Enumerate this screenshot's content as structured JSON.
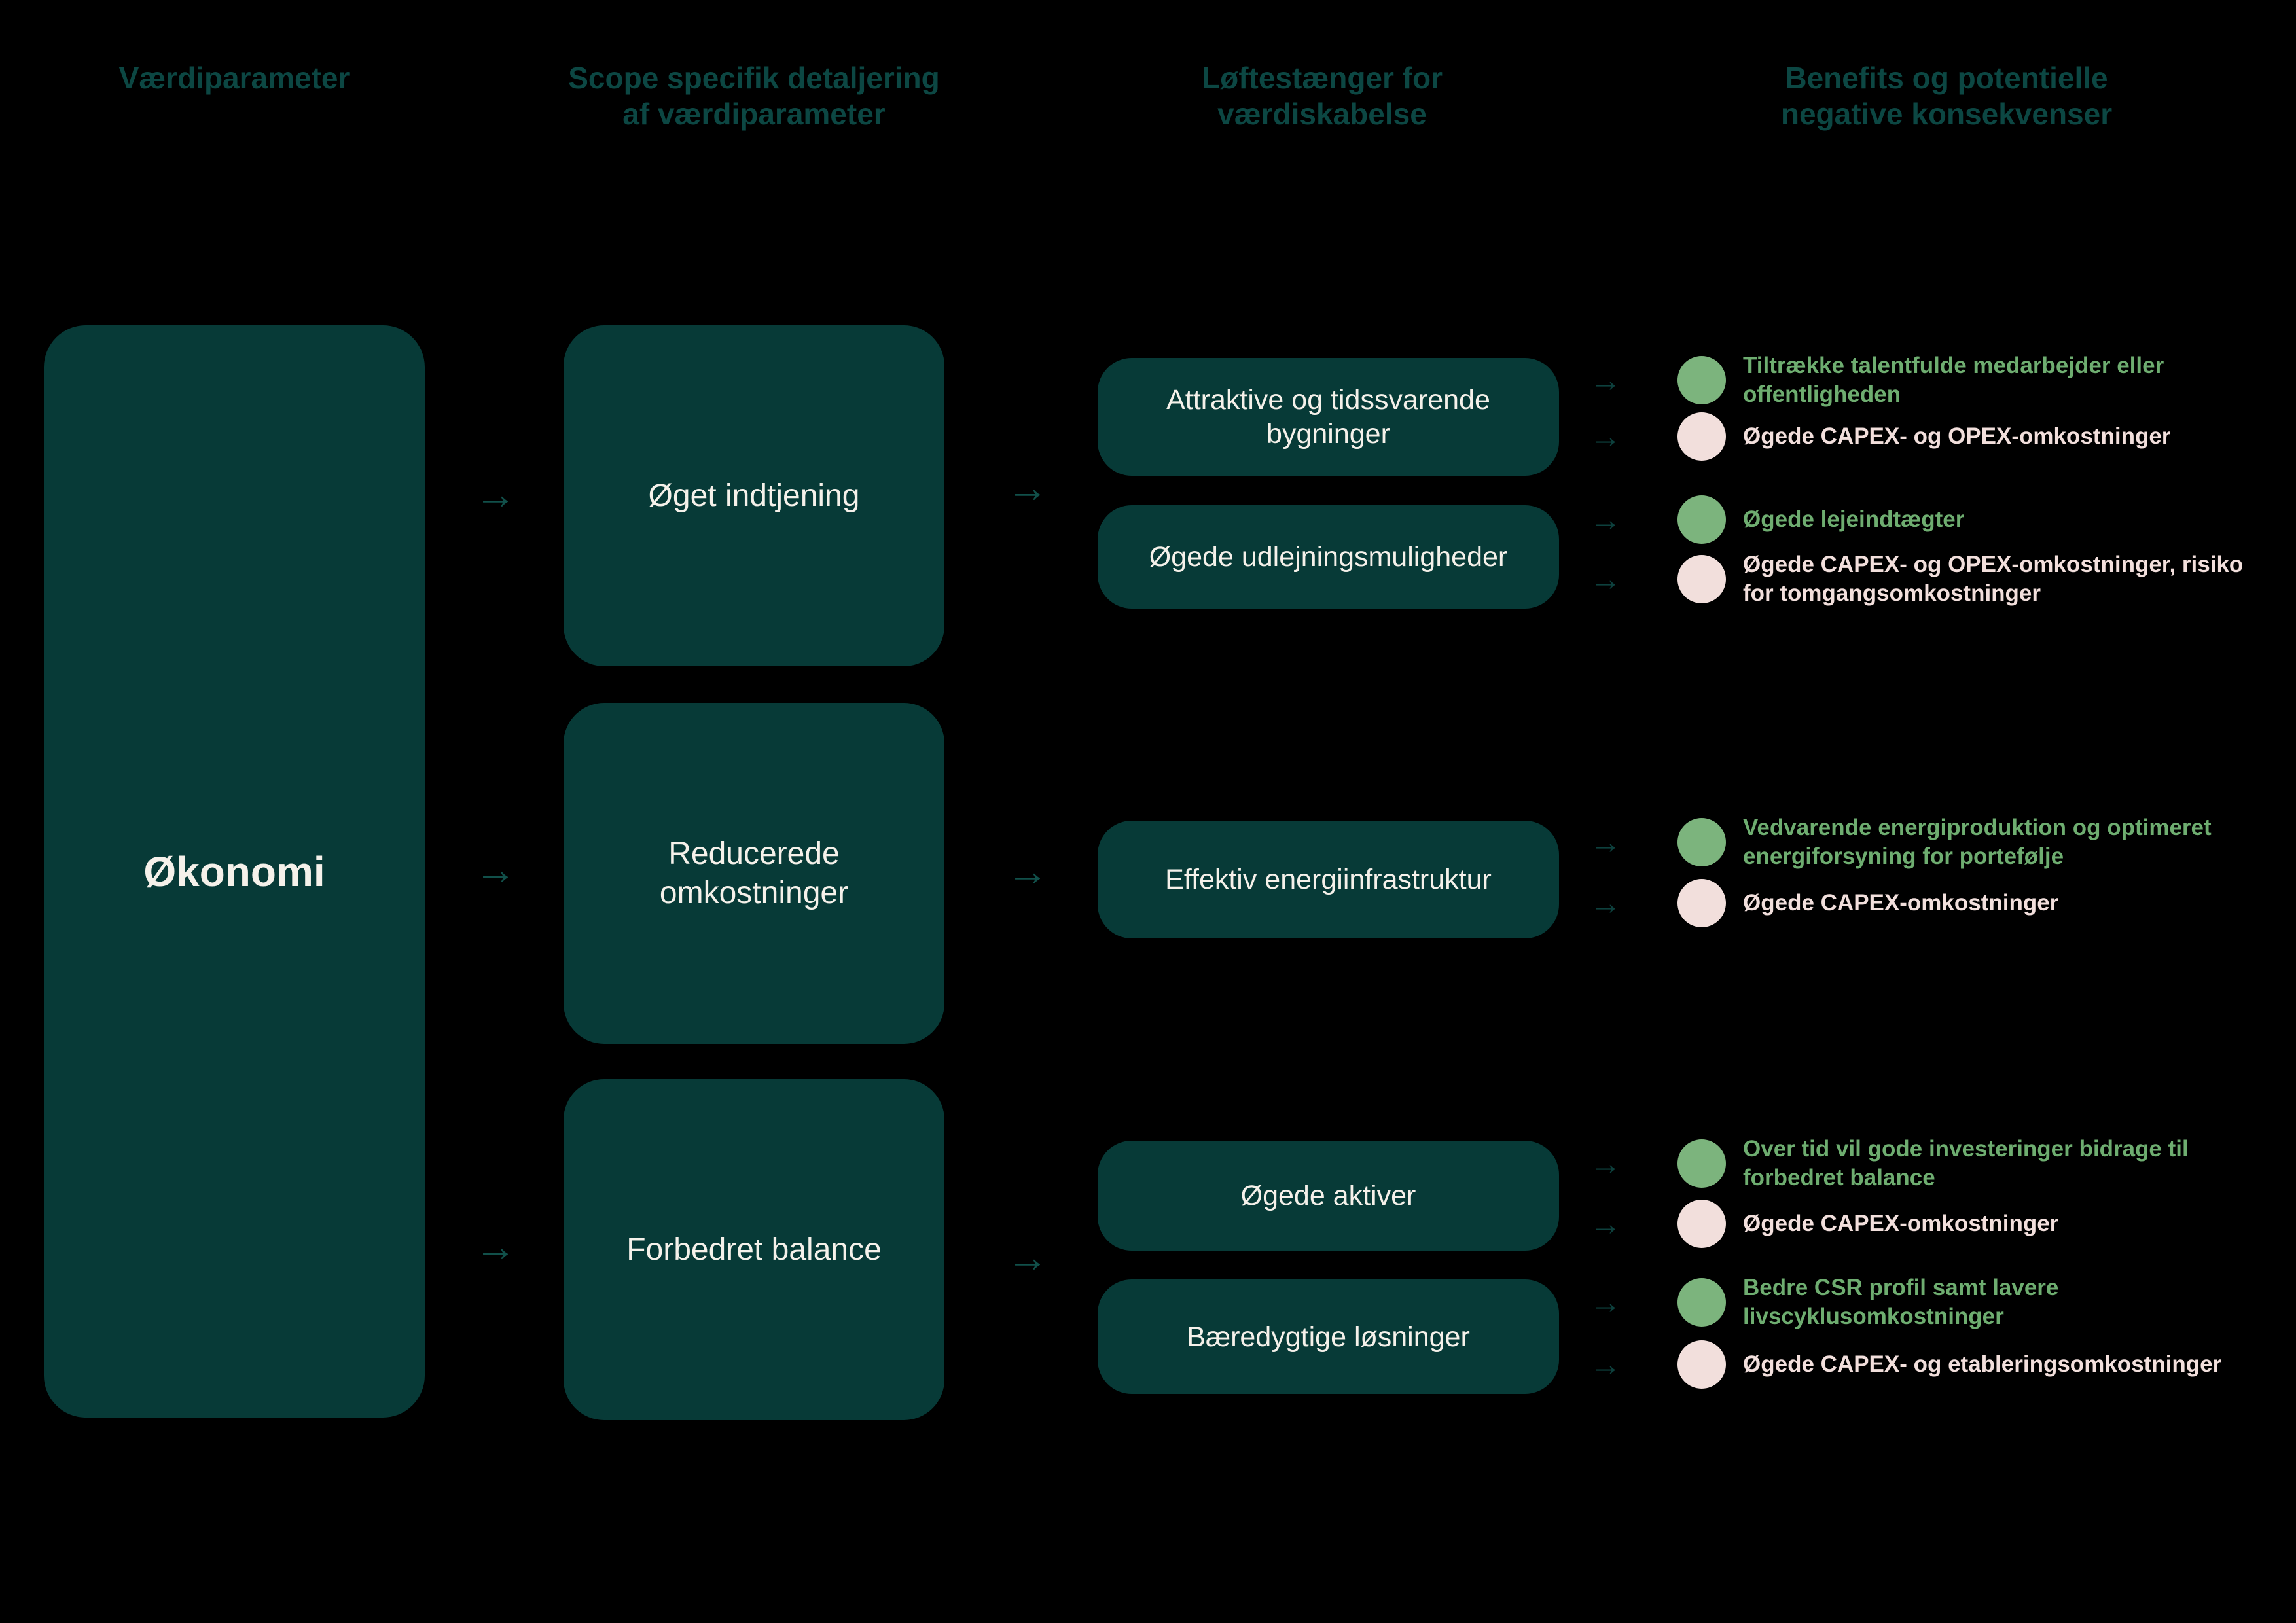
{
  "title": "Value creation diagram (Danish)",
  "glyphs": {
    "arrow": "→"
  },
  "colors": {
    "background": "#000000",
    "box_fill": "#073a37",
    "box_text": "#f5f1ea",
    "header_text": "#0c4743",
    "flow_arrow": "#11504a",
    "benefit_arrow": "#0d403d",
    "positive_dot": "#7cb47d",
    "positive_text": "#6ead70",
    "negative_dot": "#f2dfdc",
    "negative_text": "#f2dfdc"
  },
  "headers": [
    {
      "label": "Værdiparameter"
    },
    {
      "label": "Scope specifik detaljering\naf værdiparameter"
    },
    {
      "label": "Løftestænger for\nværdiskabelse"
    },
    {
      "label": "Benefits og potentielle\nnegative konsekvenser"
    }
  ],
  "value_parameter": {
    "label": "Økonomi"
  },
  "groups": [
    {
      "scope": "Øget indtjening",
      "levers": [
        {
          "label": "Attraktive og tidssvarende\nbygninger",
          "benefits": [
            {
              "type": "positive",
              "text": "Tiltrække talentfulde medarbejder eller\noffentligheden"
            },
            {
              "type": "negative",
              "text": "Øgede CAPEX- og OPEX-omkostninger"
            }
          ]
        },
        {
          "label": "Øgede udlejningsmuligheder",
          "benefits": [
            {
              "type": "positive",
              "text": "Øgede lejeindtægter"
            },
            {
              "type": "negative",
              "text": "Øgede CAPEX- og OPEX-omkostninger, risiko\nfor tomgangsomkostninger"
            }
          ]
        }
      ]
    },
    {
      "scope": "Reducerede\nomkostninger",
      "levers": [
        {
          "label": "Effektiv energiinfrastruktur",
          "benefits": [
            {
              "type": "positive",
              "text": "Vedvarende energiproduktion og optimeret\nenergiforsyning for portefølje"
            },
            {
              "type": "negative",
              "text": "Øgede CAPEX-omkostninger"
            }
          ]
        }
      ]
    },
    {
      "scope": "Forbedret balance",
      "levers": [
        {
          "label": "Øgede aktiver",
          "benefits": [
            {
              "type": "positive",
              "text": "Over tid vil gode investeringer bidrage til\nforbedret balance"
            },
            {
              "type": "negative",
              "text": "Øgede CAPEX-omkostninger"
            }
          ]
        },
        {
          "label": "Bæredygtige løsninger",
          "benefits": [
            {
              "type": "positive",
              "text": "Bedre CSR profil samt lavere\nlivscyklusomkostninger"
            },
            {
              "type": "negative",
              "text": "Øgede CAPEX- og etableringsomkostninger"
            }
          ]
        }
      ]
    }
  ]
}
